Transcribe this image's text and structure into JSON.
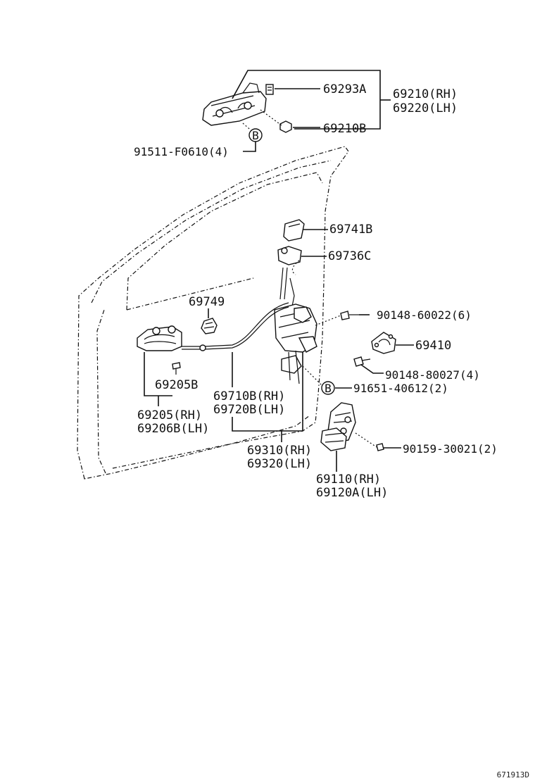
{
  "labels": {
    "p69293A": "69293A",
    "p69210RH": "69210(RH)",
    "p69220LH": "69220(LH)",
    "p69210B": "69210B",
    "p91511": "91511-F0610(4)",
    "p69741B": "69741B",
    "p69736C": "69736C",
    "p69749": "69749",
    "p90148_60022": "90148-60022(6)",
    "p69410": "69410",
    "p90148_80027": "90148-80027(4)",
    "p91651": "91651-40612(2)",
    "p69205B": "69205B",
    "p69710B": "69710B(RH)",
    "p69720B": "69720B(LH)",
    "p69205RH": "69205(RH)",
    "p69206B": "69206B(LH)",
    "p69310": "69310(RH)",
    "p69320": "69320(LH)",
    "p90159": "90159-30021(2)",
    "p69110": "69110(RH)",
    "p69120A": "69120A(LH)",
    "markerB": "B"
  },
  "diagram_code": "671913D"
}
